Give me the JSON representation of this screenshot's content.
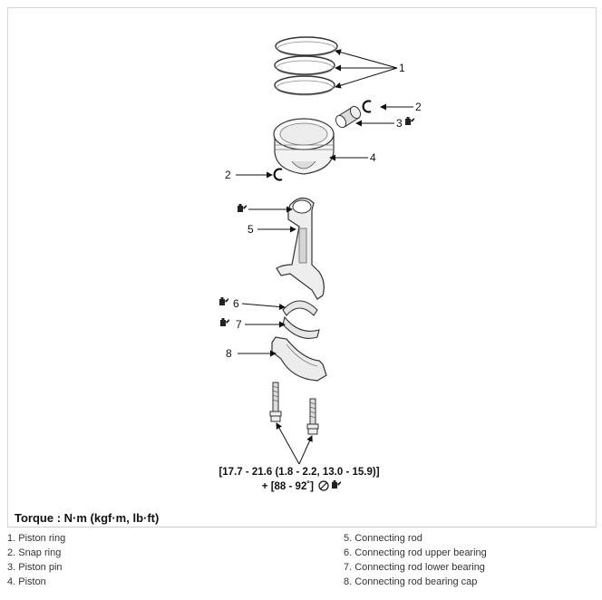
{
  "callouts": {
    "c1": "1",
    "c2a": "2",
    "c2b": "2",
    "c3": "3",
    "c4": "4",
    "c5": "5",
    "c6": "6",
    "c7": "7",
    "c8": "8"
  },
  "torque_spec": {
    "line1": "[17.7 - 21.6 (1.8 - 2.2, 13.0 - 15.9)]",
    "line2": "+ [88 - 92˚]"
  },
  "torque_caption": "Torque : N·m (kgf·m, lb·ft)",
  "legend": {
    "left": [
      "1. Piston ring",
      "2. Snap ring",
      "3. Piston pin",
      "4. Piston"
    ],
    "right": [
      "5. Connecting rod",
      "6. Connecting rod upper bearing",
      "7. Connecting rod lower bearing",
      "8. Connecting rod bearing cap"
    ]
  },
  "icons": {
    "oil": "oil-can-icon",
    "no_reuse": "no-reuse-icon"
  }
}
